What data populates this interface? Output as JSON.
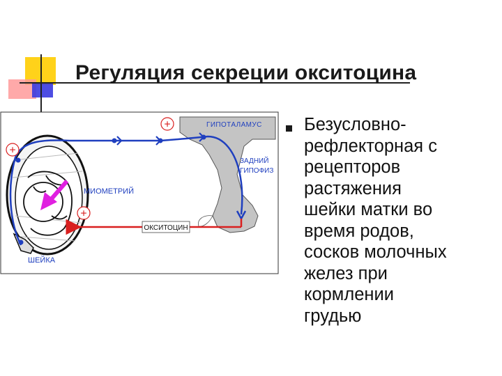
{
  "slide": {
    "title": "Регуляция секреции окситоцина",
    "bullet": {
      "lines": [
        "Безусловно-",
        "рефлекторная с",
        "рецепторов",
        "растяжения",
        "шейки матки во",
        "время родов,",
        "сосков молочных",
        "желез при",
        "кормлении",
        "грудью"
      ]
    }
  },
  "diagram": {
    "labels": {
      "hypothalamus": "ГИПОТАЛАМУС",
      "posterior_pituitary_line1": "ЗАДНИЙ",
      "posterior_pituitary_line2": "ГИПОФИЗ",
      "myometrium": "МИОМЕТРИЙ",
      "oxytocin": "ОКСИТОЦИН",
      "cervix": "ШЕЙКА"
    },
    "signs": {
      "top": "+",
      "left": "+",
      "middle": "+"
    },
    "colors": {
      "nerve_pathway": "#1f3fbf",
      "hormone_arrow": "#d91f1f",
      "fetal_push_arrow": "#e020e0",
      "brain": "#c8c8c8",
      "deco_yellow": "#ffd21a",
      "deco_pink": "#ff8a8a",
      "deco_blue": "#3a3adf"
    }
  }
}
